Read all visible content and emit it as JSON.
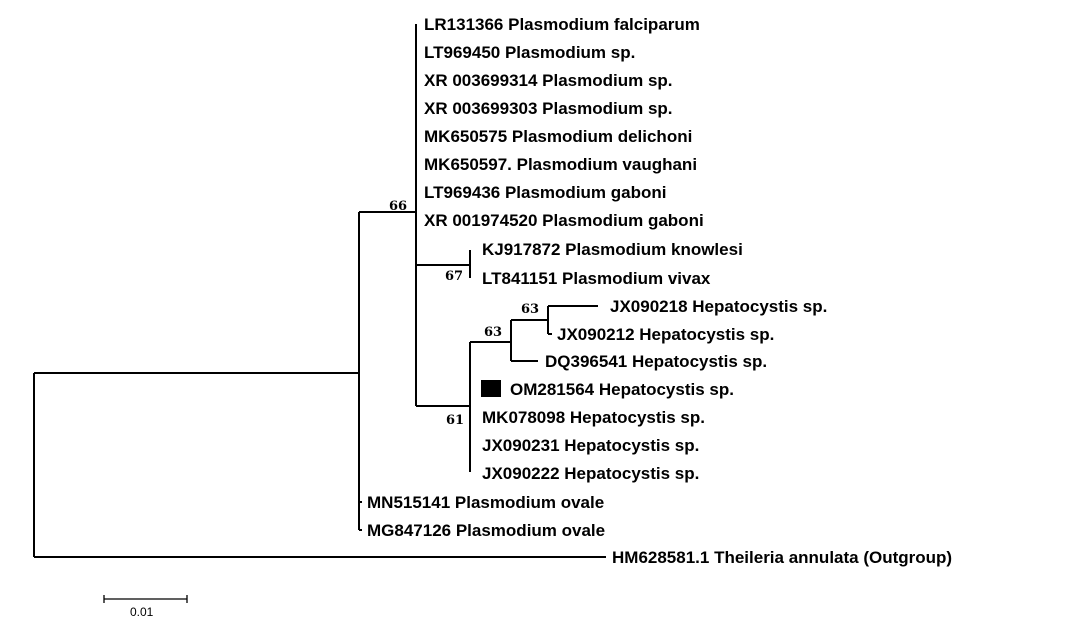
{
  "taxa": [
    {
      "label": "LR131366 Plasmodium falciparum"
    },
    {
      "label": "LT969450 Plasmodium sp."
    },
    {
      "label": "XR 003699314 Plasmodium sp."
    },
    {
      "label": "XR 003699303 Plasmodium sp."
    },
    {
      "label": "MK650575 Plasmodium delichoni"
    },
    {
      "label": "MK650597. Plasmodium vaughani"
    },
    {
      "label": "LT969436 Plasmodium gaboni"
    },
    {
      "label": "XR 001974520 Plasmodium gaboni"
    },
    {
      "label": "KJ917872 Plasmodium knowlesi"
    },
    {
      "label": "LT841151 Plasmodium vivax"
    },
    {
      "label": "JX090218 Hepatocystis sp."
    },
    {
      "label": "JX090212 Hepatocystis sp."
    },
    {
      "label": "DQ396541 Hepatocystis sp."
    },
    {
      "label": "OM281564 Hepatocystis sp.",
      "marker": "filled-square"
    },
    {
      "label": "MK078098 Hepatocystis sp."
    },
    {
      "label": "JX090231 Hepatocystis sp."
    },
    {
      "label": "JX090222 Hepatocystis sp."
    },
    {
      "label": "MN515141 Plasmodium ovale"
    },
    {
      "label": "MG847126 Plasmodium ovale"
    },
    {
      "label": "HM628581.1 Theileria annulata (Outgroup)"
    }
  ],
  "bootstrap": [
    {
      "value": "66"
    },
    {
      "value": "67"
    },
    {
      "value": "63"
    },
    {
      "value": "63"
    },
    {
      "value": "61"
    }
  ],
  "scale_bar": {
    "label": "0.01",
    "length": 0.01
  },
  "colors": {
    "line": "#000000",
    "text": "#000000",
    "background": "#ffffff"
  }
}
